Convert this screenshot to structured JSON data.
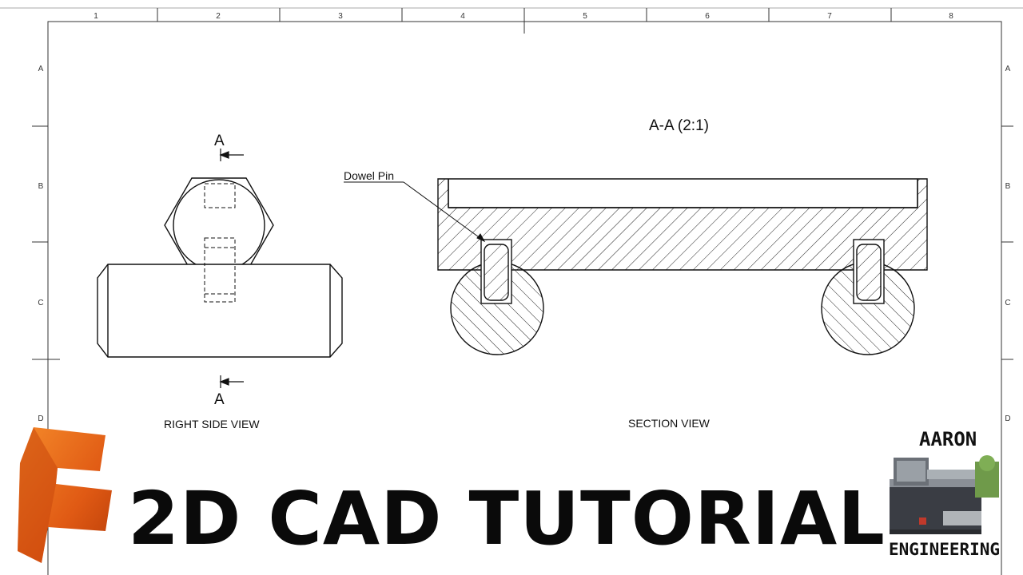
{
  "sheet": {
    "columns": [
      "1",
      "2",
      "3",
      "4",
      "5",
      "6",
      "7",
      "8"
    ],
    "rows": [
      "A",
      "B",
      "C",
      "D"
    ]
  },
  "right_view": {
    "title": "RIGHT SIDE VIEW",
    "section_mark": "A"
  },
  "section_view": {
    "title": "SECTION VIEW",
    "header": "A-A (2:1)",
    "callout": "Dowel Pin"
  },
  "banner": {
    "title": "2D CAD TUTORIAL",
    "brand_line1": "AARON",
    "brand_line2": "ENGINEERING",
    "logo_color": "#f26b1d"
  }
}
